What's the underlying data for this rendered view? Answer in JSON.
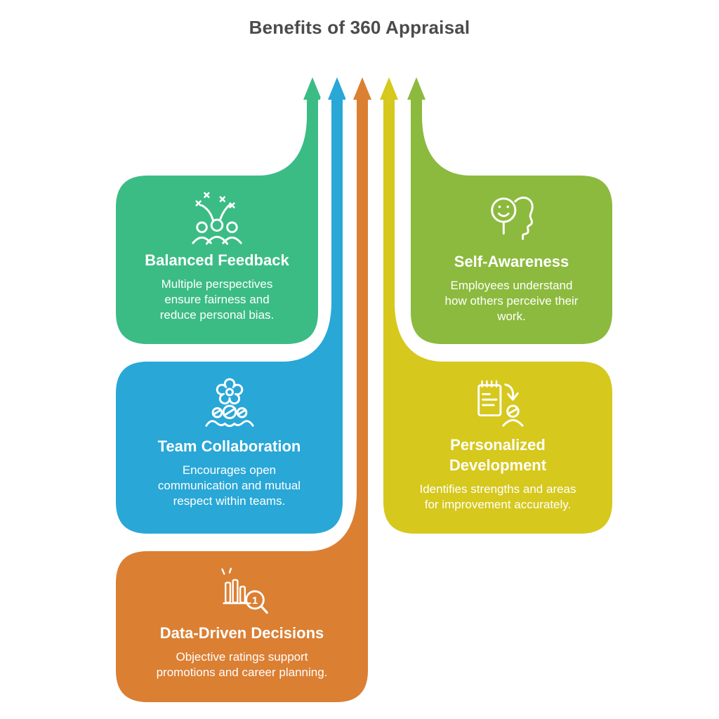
{
  "page": {
    "title": "Benefits of 360 Appraisal",
    "background_color": "#ffffff",
    "title_color": "#4b4b4d"
  },
  "cards": [
    {
      "title": "Balanced Feedback",
      "description": [
        "Multiple perspectives",
        "ensure fairness and",
        "reduce personal bias."
      ],
      "color": "#3bbc85",
      "icon": "people-celebration-icon"
    },
    {
      "title": "Self-Awareness",
      "description": [
        "Employees understand",
        "how others perceive their",
        "work."
      ],
      "color": "#8cba3e",
      "icon": "head-profile-smile-icon"
    },
    {
      "title": "Team Collaboration",
      "description": [
        "Encourages open",
        "communication and mutual",
        "respect within teams."
      ],
      "color": "#29a7d7",
      "icon": "gear-team-icon"
    },
    {
      "title": [
        "Personalized",
        "Development"
      ],
      "description": [
        "Identifies strengths and areas",
        "for improvement accurately."
      ],
      "color": "#d6c81d",
      "icon": "notepad-person-icon"
    },
    {
      "title": "Data-Driven Decisions",
      "description": [
        "Objective ratings support",
        "promotions and career planning."
      ],
      "color": "#db7f33",
      "icon": "bar-chart-magnifier-icon",
      "magnifier_label": "1"
    }
  ]
}
